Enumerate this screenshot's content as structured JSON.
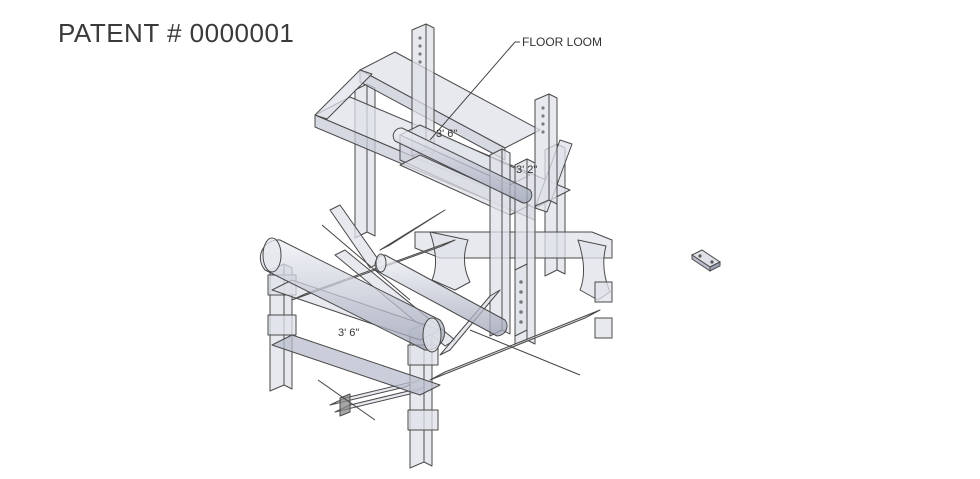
{
  "header": {
    "title": "PATENT # 0000001"
  },
  "drawing": {
    "callout": "FLOOR LOOM",
    "dimensions": {
      "top_width": "3' 6\"",
      "front_width": "3' 6\"",
      "side_depth": "3' 2\""
    }
  },
  "colors": {
    "line": "#4a4a4a",
    "fill": "#d9dbe4",
    "fill_dark": "#b8bccb",
    "roller": "#c9ccd8"
  }
}
